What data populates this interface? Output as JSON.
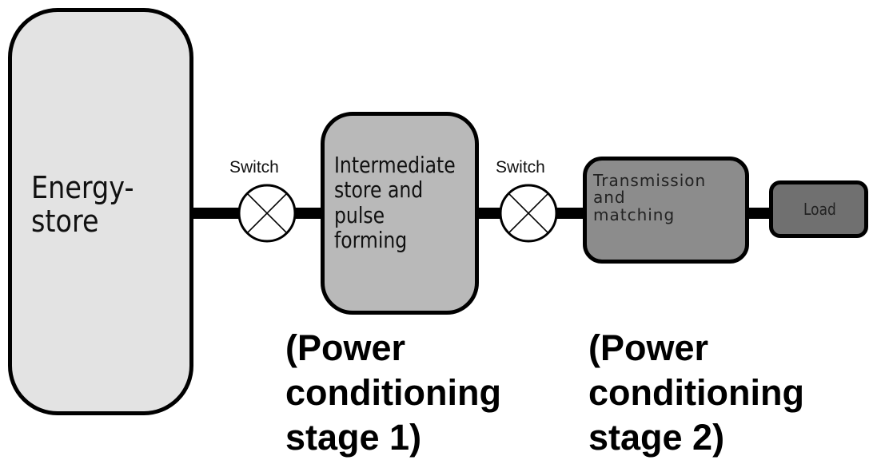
{
  "diagram": {
    "blocks": {
      "energy_store": {
        "label": "Energy-\nstore",
        "fill": "#e3e3e3"
      },
      "intermediate_store": {
        "label": "Intermediate\nstore and\npulse\nforming",
        "fill": "#b9b9b9"
      },
      "transmission": {
        "label": "Transmission\nand\nmatching",
        "fill": "#8c8c8c"
      },
      "load": {
        "label": "Load",
        "fill": "#707070"
      }
    },
    "switches": [
      {
        "label": "Switch"
      },
      {
        "label": "Switch"
      }
    ],
    "stages": [
      {
        "label": "(Power\nconditioning\nstage 1)"
      },
      {
        "label": "(Power\nconditioning\nstage 2)"
      }
    ]
  }
}
